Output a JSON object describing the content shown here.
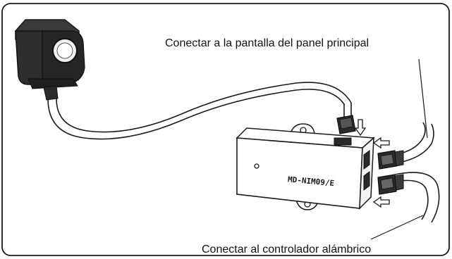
{
  "labels": {
    "top": "Conectar a la pantalla del panel principal",
    "bottom": "Conectar al controlador alámbrico"
  },
  "device": {
    "model": "MD-NIM09/E"
  },
  "colors": {
    "line": "#1a1a1a",
    "text": "#111111",
    "sensor_body": "#2a2a2a",
    "background": "#ffffff"
  },
  "icons": {
    "sensor": "receiver-sensor-icon",
    "arrow_down": "arrow-down-icon",
    "arrow_left": "arrow-left-icon"
  }
}
